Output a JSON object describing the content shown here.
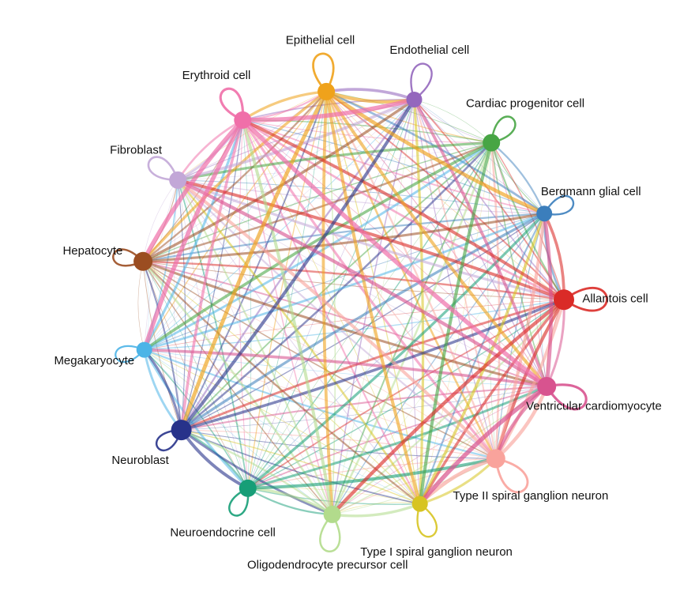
{
  "figure": {
    "background": "#ffffff",
    "label_color": "#111111",
    "label_font_size": 15
  },
  "chart_data": {
    "type": "network",
    "layout": "circular",
    "directed": true,
    "edge_pattern": "complete graph: every cell type connects to every other cell type and to itself with a self-loop; edge color matches the source node color; edge width varies by interaction strength",
    "nodes": [
      {
        "label": "Epithelial cell",
        "color": "#EFA21B",
        "size": 11,
        "strength": 1.2,
        "loop": 78
      },
      {
        "label": "Endothelial cell",
        "color": "#9467BD",
        "size": 10,
        "strength": 0.9,
        "loop": 76
      },
      {
        "label": "Cardiac progenitor cell",
        "color": "#47A544",
        "size": 11,
        "strength": 1.0,
        "loop": 66
      },
      {
        "label": "Bergmann glial cell",
        "color": "#3B7EBC",
        "size": 10,
        "strength": 0.9,
        "loop": 64
      },
      {
        "label": "Allantois cell",
        "color": "#DA2B27",
        "size": 13,
        "strength": 1.3,
        "loop": 88
      },
      {
        "label": "Ventricular cardiomyocyte",
        "color": "#D8538F",
        "size": 12,
        "strength": 1.5,
        "loop": 86
      },
      {
        "label": "Type II spiral ganglion neuron",
        "color": "#F9A39C",
        "size": 12,
        "strength": 1.3,
        "loop": 86
      },
      {
        "label": "Type I spiral ganglion neuron",
        "color": "#D7C421",
        "size": 10,
        "strength": 0.9,
        "loop": 70
      },
      {
        "label": "Oligodendrocyte precursor cell",
        "color": "#B2DB8C",
        "size": 11,
        "strength": 1.0,
        "loop": 76
      },
      {
        "label": "Neuroendocrine cell",
        "color": "#169E77",
        "size": 11,
        "strength": 1.0,
        "loop": 62
      },
      {
        "label": "Neuroblast",
        "color": "#27328A",
        "size": 13,
        "strength": 1.0,
        "loop": 60
      },
      {
        "label": "Megakaryocyte",
        "color": "#4CB4E7",
        "size": 10,
        "strength": 0.8,
        "loop": 60
      },
      {
        "label": "Hepatocyte",
        "color": "#9B4D21",
        "size": 12,
        "strength": 1.0,
        "loop": 62
      },
      {
        "label": "Fibroblast",
        "color": "#C2A7D7",
        "size": 11,
        "strength": 1.1,
        "loop": 70
      },
      {
        "label": "Erythroid cell",
        "color": "#F06FA9",
        "size": 11,
        "strength": 1.5,
        "loop": 72
      }
    ]
  }
}
